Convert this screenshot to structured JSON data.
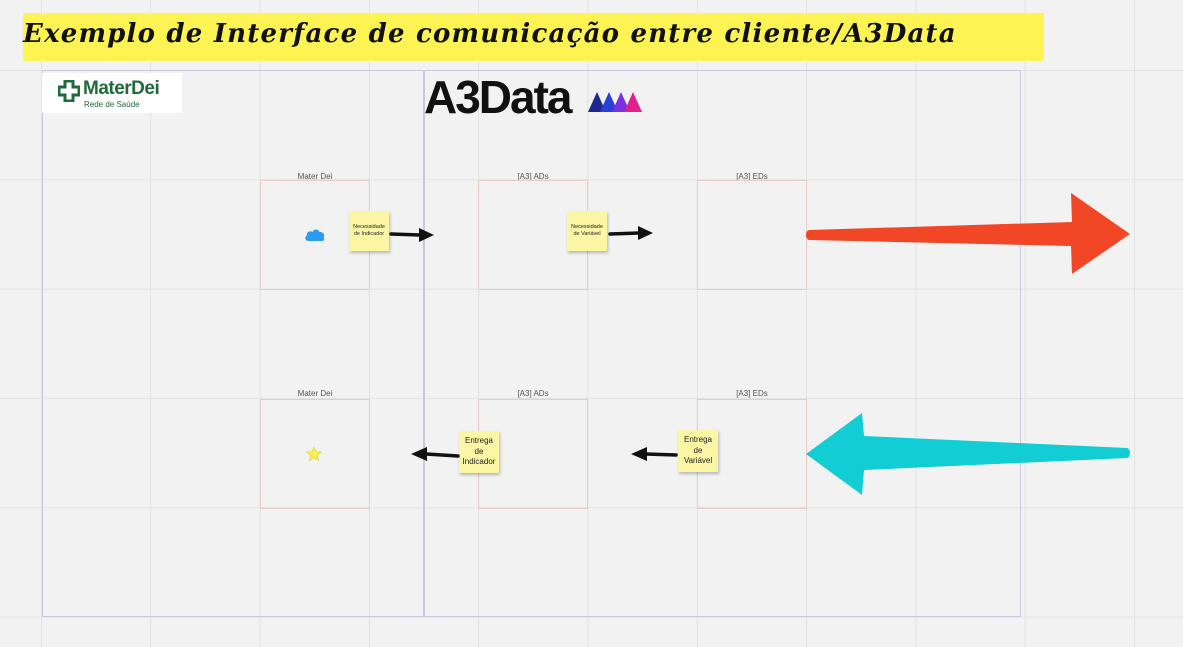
{
  "banner": {
    "title": "Exemplo de Interface de comunicação entre cliente/A3Data"
  },
  "logos": {
    "materdei_name": "MaterDei",
    "materdei_sub": "Rede de Saúde",
    "a3data": "A3Data"
  },
  "lanes": {
    "top": [
      {
        "label": "Mater Dei"
      },
      {
        "label": "[A3] ADs"
      },
      {
        "label": "[A3] EDs"
      }
    ],
    "bottom": [
      {
        "label": "Mater Dei"
      },
      {
        "label": "[A3] ADs"
      },
      {
        "label": "[A3] EDs"
      }
    ]
  },
  "stickies": {
    "top_1": "Necessidade de Indicador",
    "top_2": "Necessidade de Variável",
    "bottom_1": "Entrega de Indicador",
    "bottom_2": "Entrega de Variável"
  },
  "icons": {
    "cloud": "cloud-icon",
    "star": "star-icon"
  },
  "colors": {
    "banner": "#fdf453",
    "sticky": "#fbf6a3",
    "orange_arrow": "#f24726",
    "teal_arrow": "#12cdd4",
    "cloud": "#2d9bf0",
    "star": "#fef445",
    "materdei_green": "#1f6b39"
  }
}
